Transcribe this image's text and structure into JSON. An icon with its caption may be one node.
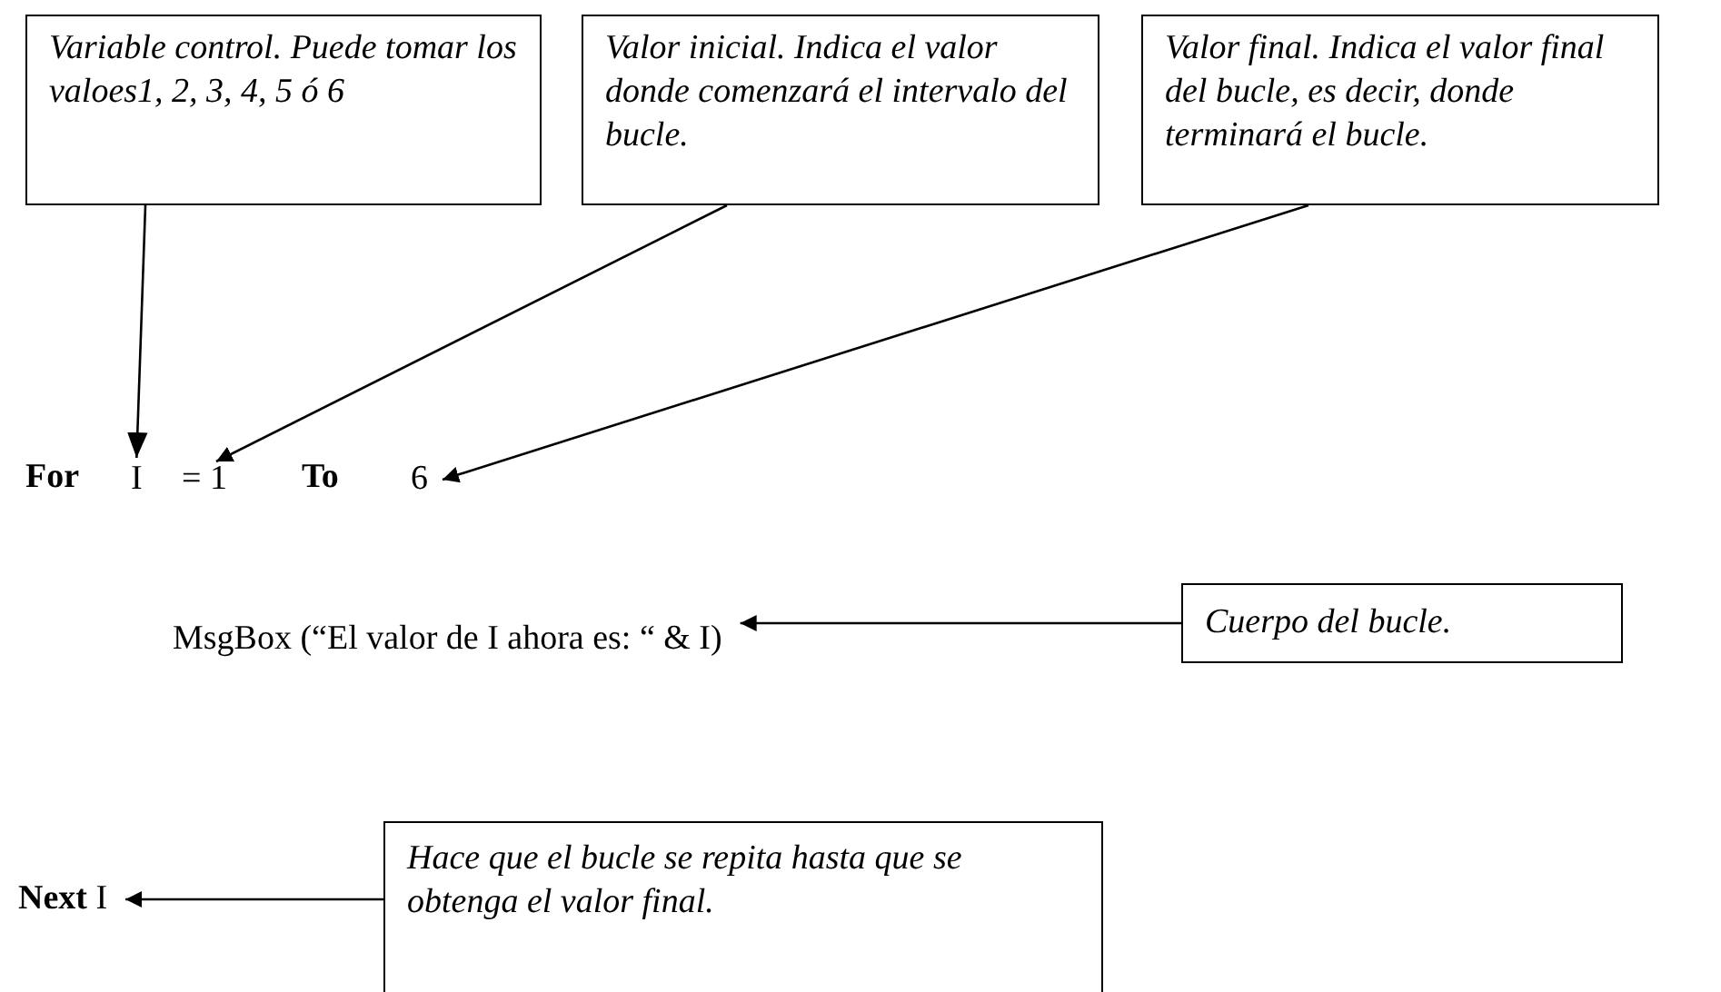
{
  "diagram": {
    "nodes": [
      {
        "text": [
          "Variable control. Puede tomar los valoes1, 2, 3, 4, 5 ó 6"
        ]
      },
      {
        "text": [
          "Valor inicial. Indica el valor donde comenzará el intervalo del bucle."
        ]
      },
      {
        "text": [
          "Valor final. Indica el valor final del bucle, es decir, donde terminará el bucle."
        ]
      },
      {
        "text": [
          "I"
        ]
      },
      {
        "text": [
          "= 1"
        ]
      },
      {
        "text": [
          "6"
        ]
      },
      {
        "text": [
          "MsgBox (“El valor de I ahora es: “ & I)"
        ]
      },
      {
        "text": [
          "Cuerpo del bucle."
        ]
      },
      {
        "text": [
          "**Next** I"
        ]
      },
      {
        "text": [
          "Hace que el bucle se repita hasta que se obtenga el valor final."
        ]
      }
    ],
    "edges": [
      {
        "from": 0,
        "to": 3,
        "arrow": "to"
      },
      {
        "from": 1,
        "to": 4,
        "arrow": "to"
      },
      {
        "from": 2,
        "to": 5,
        "arrow": "to"
      },
      {
        "from": 7,
        "to": 6,
        "arrow": "to"
      },
      {
        "from": 9,
        "to": 8,
        "arrow": "to"
      }
    ],
    "labels": [
      "For",
      "To"
    ]
  }
}
